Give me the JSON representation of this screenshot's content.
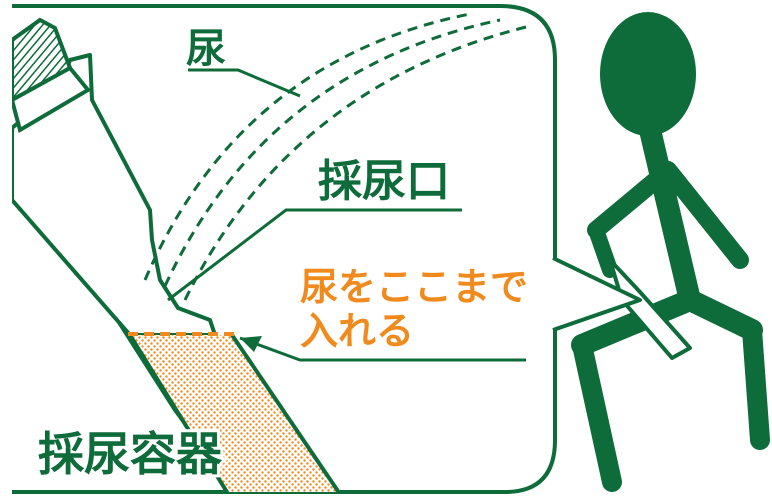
{
  "labels": {
    "urine": "尿",
    "collection_port": "採尿口",
    "fill_line_note_1": "尿をここまで",
    "fill_line_note_2": "入れる",
    "collection_container": "採尿容器"
  },
  "colors": {
    "green": "#0e6b3a",
    "orange": "#f08a1d",
    "fill_dots": "#f08a1d",
    "white": "#ffffff"
  },
  "icons": {
    "person": "stick-figure-person",
    "container": "urine-collection-container"
  }
}
